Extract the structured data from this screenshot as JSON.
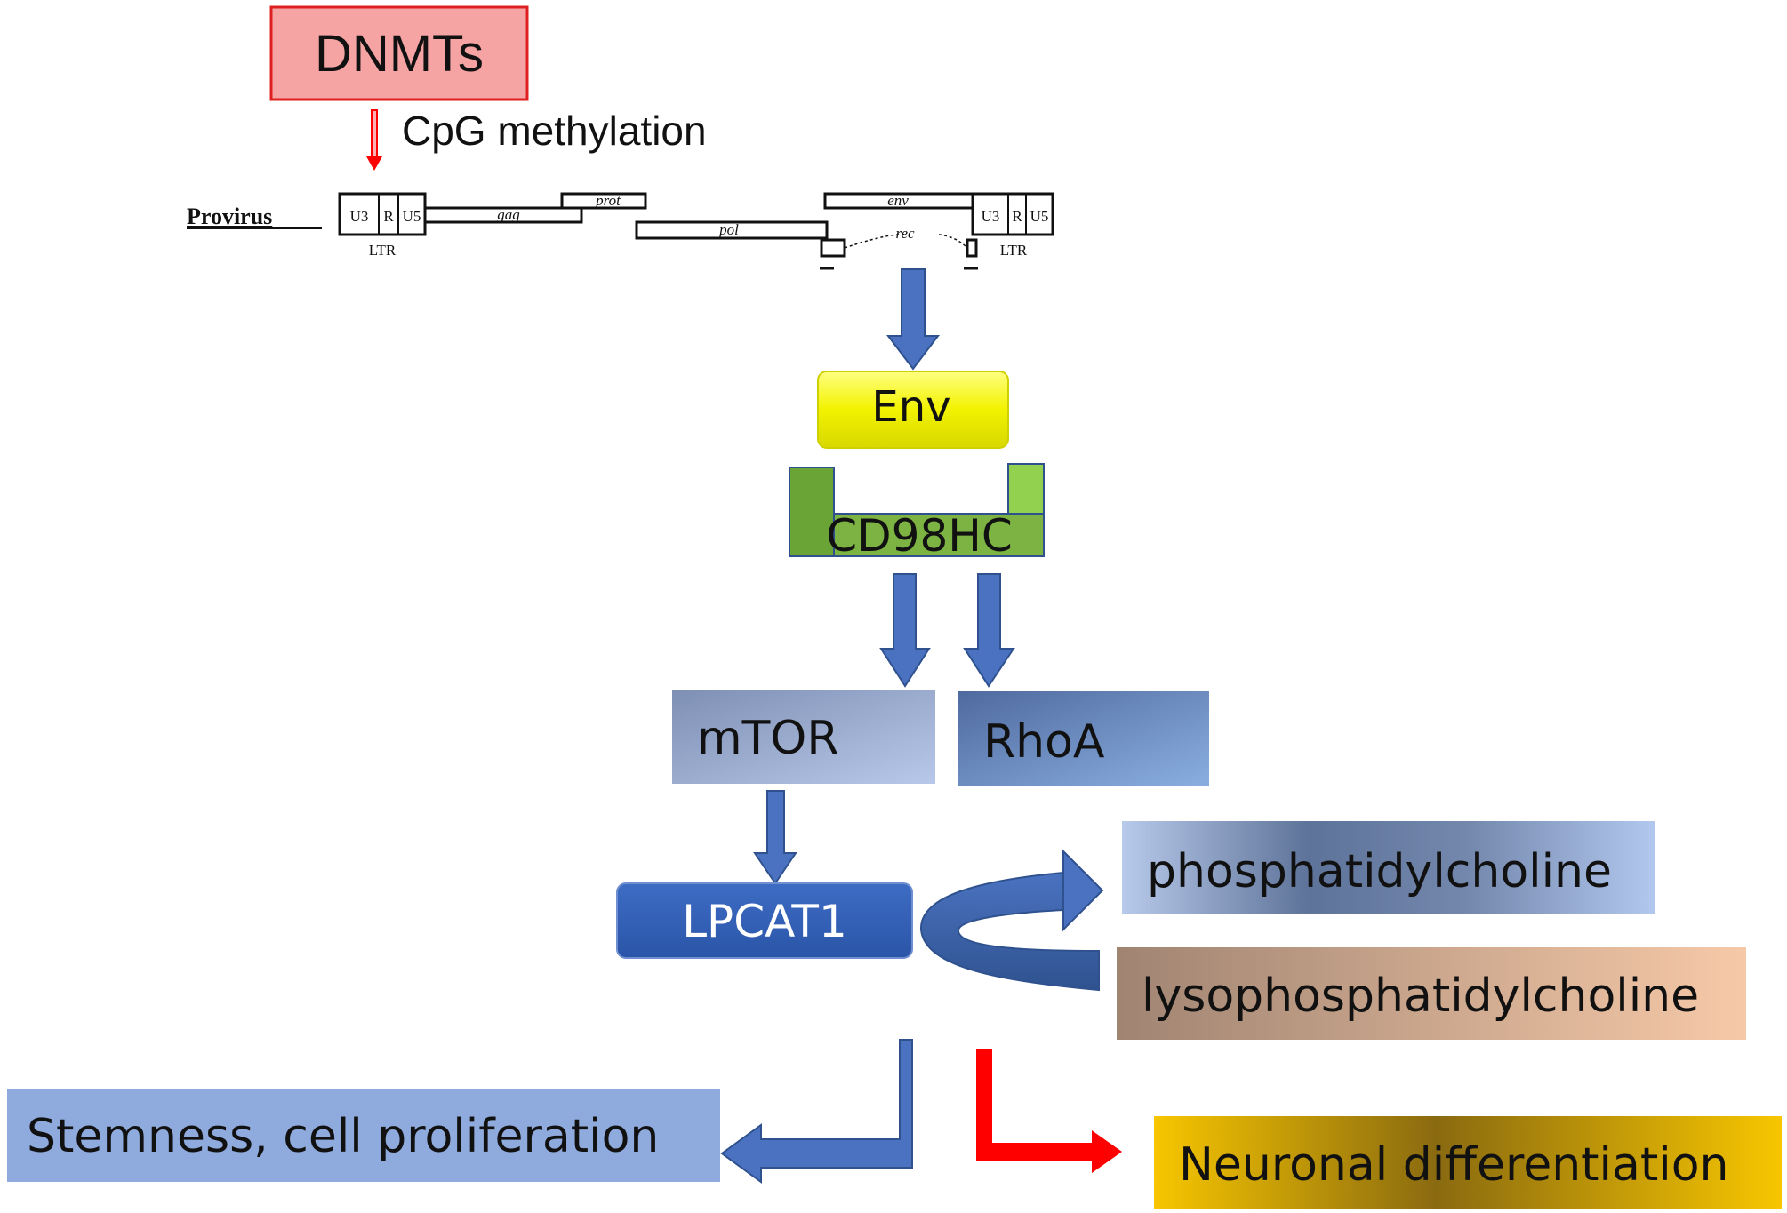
{
  "colors": {
    "dnmt_fill": "#f6a3a3",
    "dnmt_border": "#e02020",
    "arrow_blue": "#4a72c0",
    "arrow_blue_dark": "#2f528f",
    "arrow_red": "#ff0000",
    "env_yellow": "#f5f500",
    "cd98_green": "#6aa336",
    "cd98_light": "#92d050",
    "neuronal_gold": "#f4c000"
  },
  "nodes": {
    "dnmts": "DNMTs",
    "cpg_methylation": "CpG methylation",
    "env": "Env",
    "cd98hc": "CD98HC",
    "mtor": "mTOR",
    "rhoa": "RhoA",
    "lpcat1": "LPCAT1",
    "phosphatidylcholine": "phosphatidylcholine",
    "lysophosphatidylcholine": "lysophosphatidylcholine",
    "stemness": "Stemness, cell proliferation",
    "neuronal": "Neuronal differentiation"
  },
  "provirus": {
    "label": "Provirus",
    "ltr_left": {
      "u3": "U3",
      "r": "R",
      "u5": "U5",
      "name": "LTR"
    },
    "ltr_right": {
      "u3": "U3",
      "r": "R",
      "u5": "U5",
      "name": "LTR"
    },
    "genes": {
      "gag": "gag",
      "prot": "prot",
      "pol": "pol",
      "env": "env",
      "rec": "rec"
    }
  }
}
